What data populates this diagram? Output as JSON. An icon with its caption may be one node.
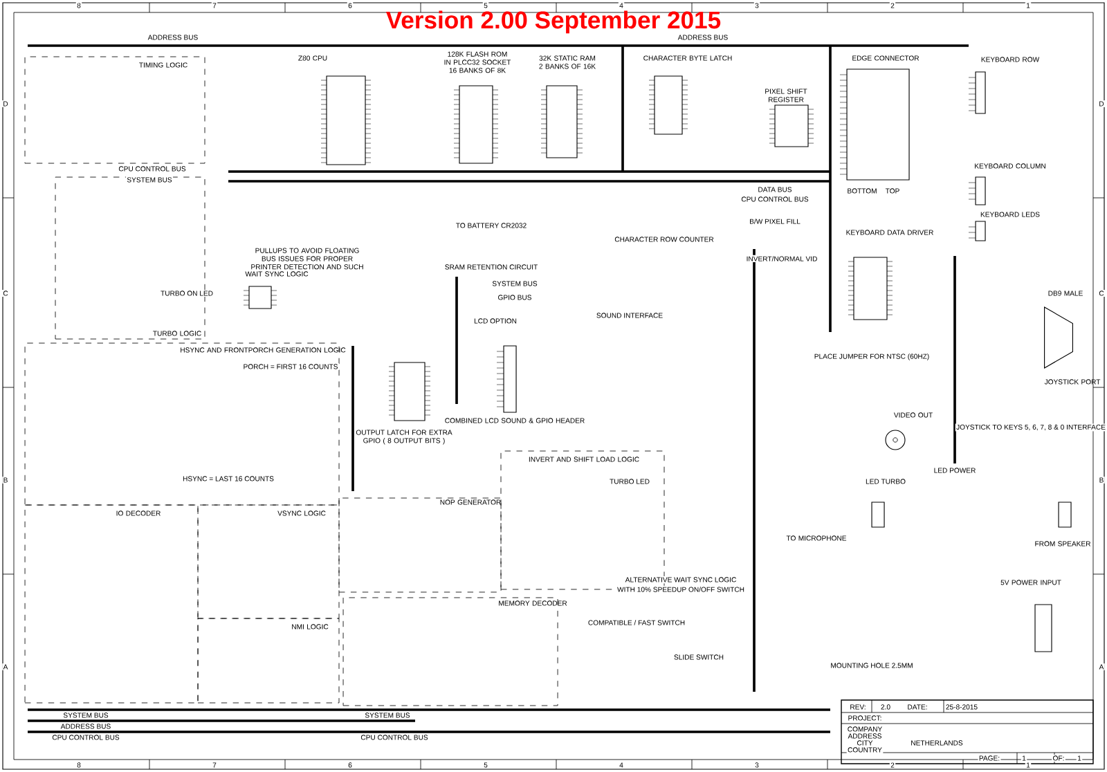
{
  "diagram": {
    "title": "Version 2.00 September 2015",
    "nodes": [
      {
        "text": [
          "TIMING LOGIC"
        ]
      },
      {
        "text": [
          "Z80 CPU"
        ]
      },
      {
        "text": [
          "128K FLASH ROM IN PLCC32 SOCKET 16 BANKS OF 8K"
        ]
      },
      {
        "text": [
          "32K STATIC RAM 2 BANKS OF 16K"
        ]
      },
      {
        "text": [
          "CHARACTER BYTE LATCH"
        ]
      },
      {
        "text": [
          "PIXEL SHIFT REGISTER"
        ]
      },
      {
        "text": [
          "EDGE CONNECTOR"
        ]
      },
      {
        "text": [
          "KEYBOARD ROW"
        ]
      },
      {
        "text": [
          "KEYBOARD COLUMN"
        ]
      },
      {
        "text": [
          "KEYBOARD LEDS"
        ]
      },
      {
        "text": [
          "TURBO LOGIC"
        ]
      },
      {
        "text": [
          "WAIT SYNC LOGIC"
        ]
      },
      {
        "text": [
          "KEYBOARD DATA DRIVER"
        ]
      },
      {
        "text": [
          "DB9 MALE",
          "JOYSTICK PORT"
        ]
      },
      {
        "text": [
          "HSYNC AND FRONTPORCH GENERATION LOGIC"
        ]
      },
      {
        "text": [
          "OUTPUT LATCH FOR EXTRA GPIO ( 8 OUTPUT BITS )"
        ]
      },
      {
        "text": [
          "COMBINED LCD SOUND & GPIO HEADER"
        ]
      },
      {
        "text": [
          "VIDEO OUT"
        ]
      },
      {
        "text": [
          "INVERT AND SHIFT LOAD LOGIC"
        ]
      },
      {
        "text": [
          "NOP GENERATOR"
        ]
      },
      {
        "text": [
          "IO DECODER"
        ]
      },
      {
        "text": [
          "VSYNC LOGIC"
        ]
      },
      {
        "text": [
          "TO MICROPHONE"
        ]
      },
      {
        "text": [
          "FROM SPEAKER"
        ]
      },
      {
        "text": [
          "5V POWER INPUT"
        ]
      },
      {
        "text": [
          "NMI LOGIC"
        ]
      },
      {
        "text": [
          "MEMORY DECODER"
        ]
      }
    ],
    "labels": [
      "8",
      "7",
      "6",
      "5",
      "4",
      "3",
      "2",
      "1",
      "8",
      "7",
      "6",
      "5",
      "4",
      "3",
      "2",
      "1",
      "D",
      "C",
      "B",
      "A",
      "D",
      "C",
      "B",
      "A",
      "ADDRESS BUS",
      "ADDRESS BUS",
      "CPU CONTROL BUS",
      "SYSTEM BUS",
      "DATA BUS",
      "CPU CONTROL BUS",
      "TO BATTERY CR2032",
      "SRAM RETENTION CIRCUIT",
      "SYSTEM BUS",
      "GPIO BUS",
      "PULLUPS TO AVOID FLOATING BUS ISSUES FOR PROPER PRINTER DETECTION AND SUCH",
      "TURBO ON LED",
      "PORCH = FIRST 16 COUNTS",
      "HSYNC = LAST 16 COUNTS",
      "CHARACTER ROW COUNTER",
      "B/W PIXEL FILL",
      "INVERT/NORMAL VID",
      "SOUND INTERFACE",
      "LCD OPTION",
      "PLACE JUMPER FOR NTSC (60HZ)",
      "JOYSTICK TO KEYS 5, 6, 7, 8 & 0 INTERFACE",
      "LED POWER",
      "TURBO LED",
      "LED TURBO",
      "ALTERNATIVE WAIT SYNC LOGIC",
      "WITH 10% SPEEDUP ON/OFF SWITCH",
      "COMPATIBLE / FAST SWITCH",
      "SLIDE SWITCH",
      "MOUNTING HOLE 2.5MM",
      "SYSTEM BUS",
      "ADDRESS BUS",
      "CPU CONTROL BUS",
      "SYSTEM BUS",
      "CPU CONTROL BUS",
      "BOTTOM",
      "TOP",
      "REV:",
      "2.0",
      "DATE:",
      "25-8-2015",
      "PROJECT:",
      "COMPANY",
      "ADDRESS",
      "CITY",
      "COUNTRY",
      "NETHERLANDS",
      "PAGE:",
      "1",
      "OF:",
      "1"
    ]
  }
}
